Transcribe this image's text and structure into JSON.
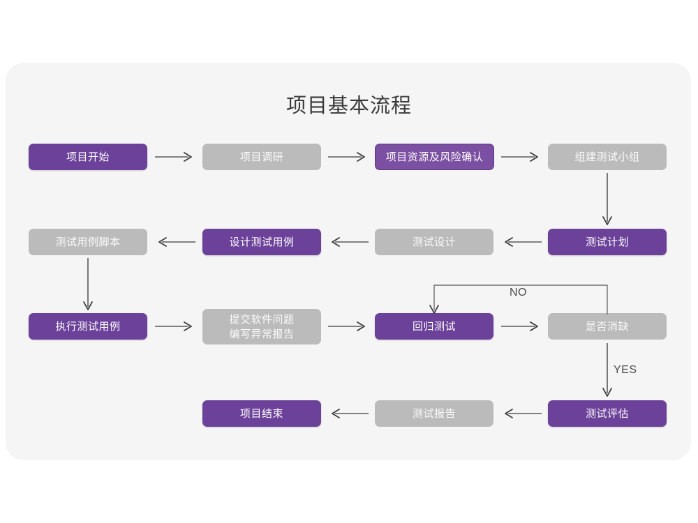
{
  "page": {
    "background": "#ffffff",
    "card_background": "#f5f5f5"
  },
  "title": "项目基本流程",
  "colors": {
    "purple": "#6b4199",
    "purple_outline_fill": "#7b4fa2",
    "purple_outline_border": "#5d3487",
    "gray": "#bbbbbb",
    "arrow": "#595959",
    "title_text": "#3a3a3a",
    "node_text": "#ffffff"
  },
  "nodes": [
    {
      "id": "n1",
      "label": "项目开始",
      "style": "purple",
      "row": 1
    },
    {
      "id": "n2",
      "label": "项目调研",
      "style": "gray",
      "row": 1
    },
    {
      "id": "n3",
      "label": "项目资源及风险确认",
      "style": "purple-outline",
      "row": 1
    },
    {
      "id": "n4",
      "label": "组建测试小组",
      "style": "gray",
      "row": 1
    },
    {
      "id": "n5",
      "label": "测试用例脚本",
      "style": "gray",
      "row": 2
    },
    {
      "id": "n6",
      "label": "设计测试用例",
      "style": "purple",
      "row": 2
    },
    {
      "id": "n7",
      "label": "测试设计",
      "style": "gray",
      "row": 2
    },
    {
      "id": "n8",
      "label": "测试计划",
      "style": "purple",
      "row": 2
    },
    {
      "id": "n9",
      "label": "执行测试用例",
      "style": "purple",
      "row": 3
    },
    {
      "id": "n10",
      "label_line1": "提交软件问题",
      "label_line2": "编写异常报告",
      "style": "gray",
      "row": 3
    },
    {
      "id": "n11",
      "label": "回归测试",
      "style": "purple",
      "row": 3
    },
    {
      "id": "n12",
      "label": "是否消缺",
      "style": "gray",
      "row": 3
    },
    {
      "id": "n13",
      "label": "项目结束",
      "style": "purple",
      "row": 4
    },
    {
      "id": "n14",
      "label": "测试报告",
      "style": "gray",
      "row": 4
    },
    {
      "id": "n15",
      "label": "测试评估",
      "style": "purple",
      "row": 4
    }
  ],
  "edge_labels": {
    "no": "NO",
    "yes": "YES"
  }
}
